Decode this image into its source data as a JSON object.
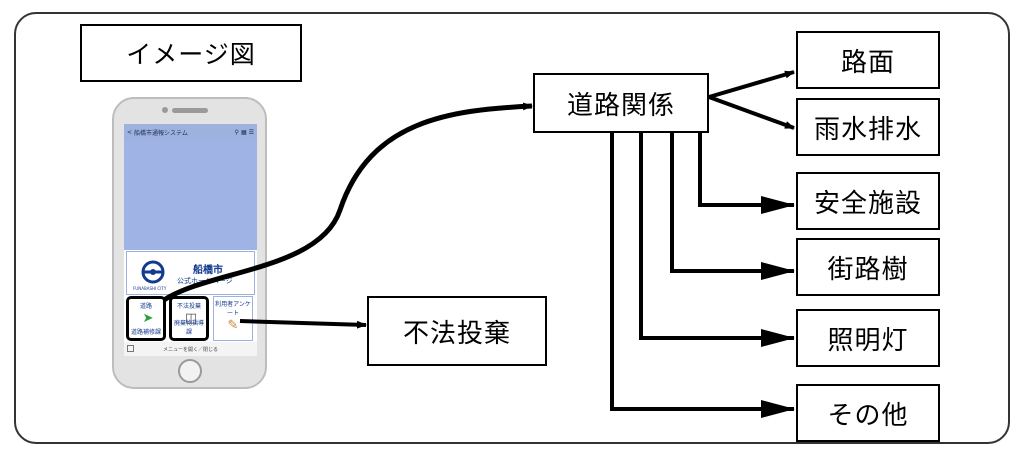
{
  "title_box": "イメージ図",
  "hub": "道路関係",
  "fuho": "不法投棄",
  "categories": [
    "路面",
    "雨水排水",
    "安全施設",
    "街路樹",
    "照明灯",
    "その他"
  ],
  "phone": {
    "app_title": "船橋市通報システム",
    "city_name": "船橋市",
    "homepage": "公式ホームページ",
    "city_en": "FUNABASHI CITY",
    "tiles": [
      {
        "top": "道路",
        "bottom": "道路補修課"
      },
      {
        "top": "不法投棄",
        "bottom": "廃棄物指導課"
      },
      {
        "top": "利用者アンケート",
        "bottom": ""
      }
    ],
    "menu": "メニューを開く／閉じる"
  }
}
